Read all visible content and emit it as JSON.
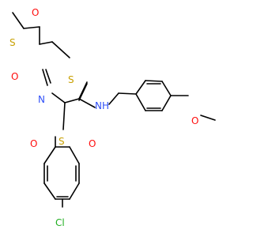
{
  "molecule": {
    "atoms": {
      "s_ethyl": "S",
      "o_ethyl_top": "O",
      "o_ethyl_bottom": "O",
      "s_ring": "S",
      "n_ring": "N",
      "nh": "NH",
      "o_methoxy": "O",
      "s_aryl": "S",
      "o_aryl_left": "O",
      "o_aryl_right": "O",
      "cl": "Cl"
    },
    "colors": {
      "carbon_bond": "#000000",
      "oxygen": "#ff0d0d",
      "nitrogen": "#3050f8",
      "sulfur": "#c8a000",
      "chlorine": "#1fae1f"
    }
  }
}
